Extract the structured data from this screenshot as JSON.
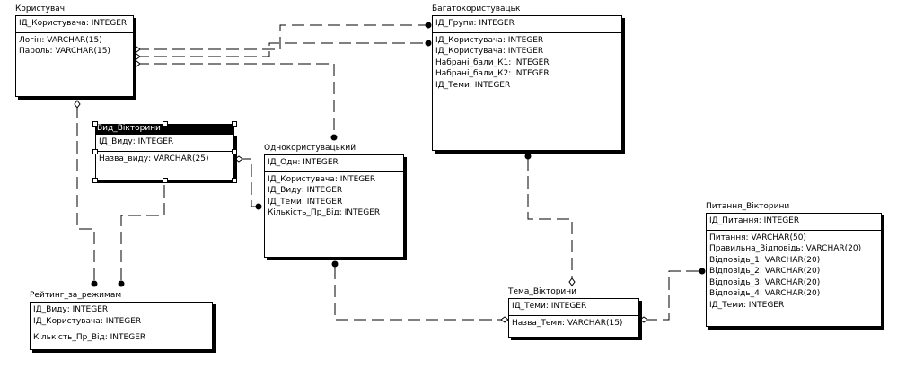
{
  "entities": {
    "korystuvach": {
      "title": "Користувач",
      "keys": [
        "ІД_Користувача: INTEGER"
      ],
      "attrs": [
        "Логін: VARCHAR(15)",
        "Пароль: VARCHAR(15)"
      ]
    },
    "bagatokorystuvatsk": {
      "title": "Багатокористувацьк",
      "keys": [
        "ІД_Групи: INTEGER"
      ],
      "attrs": [
        "ІД_Користувача: INTEGER",
        "ІД_Користувача: INTEGER",
        "Набрані_бали_К1: INTEGER",
        "Набрані_бали_К2: INTEGER",
        "ІД_Теми: INTEGER"
      ]
    },
    "vyd_viktoryny": {
      "title": "Вид_Вікторини",
      "keys": [
        "ІД_Виду: INTEGER"
      ],
      "attrs": [
        "Назва_виду: VARCHAR(25)"
      ]
    },
    "odnokorystuvatskyi": {
      "title": "Однокористувацький",
      "keys": [
        "ІД_Одн: INTEGER"
      ],
      "attrs": [
        "ІД_Користувача: INTEGER",
        "ІД_Виду: INTEGER",
        "ІД_Теми: INTEGER",
        "Кількість_Пр_Від: INTEGER"
      ]
    },
    "pytannia_viktoryny": {
      "title": "Питання_Вікторини",
      "keys": [
        "ІД_Питання: INTEGER"
      ],
      "attrs": [
        "Питання: VARCHAR(50)",
        "Правильна_Відповідь: VARCHAR(20)",
        "Відповідь_1: VARCHAR(20)",
        "Відповідь_2: VARCHAR(20)",
        "Відповідь_3: VARCHAR(20)",
        "Відповідь_4: VARCHAR(20)",
        "ІД_Теми: INTEGER"
      ]
    },
    "reityng_za_rezhymam": {
      "title": "Рейтинг_за_режимам",
      "keys": [
        "ІД_Виду: INTEGER",
        "ІД_Користувача: INTEGER"
      ],
      "attrs": [
        "Кількість_Пр_Від: INTEGER"
      ]
    },
    "tema_viktoryny": {
      "title": "Тема_Вікторини",
      "keys": [
        "ІД_Теми: INTEGER"
      ],
      "attrs": [
        "Назва_Теми: VARCHAR(15)"
      ]
    }
  }
}
